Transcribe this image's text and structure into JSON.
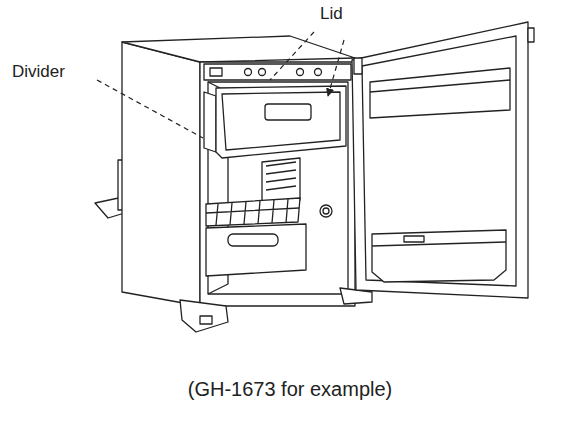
{
  "diagram": {
    "caption": "(GH-1673 for example)",
    "labels": [
      "Lid",
      "Divider"
    ]
  }
}
